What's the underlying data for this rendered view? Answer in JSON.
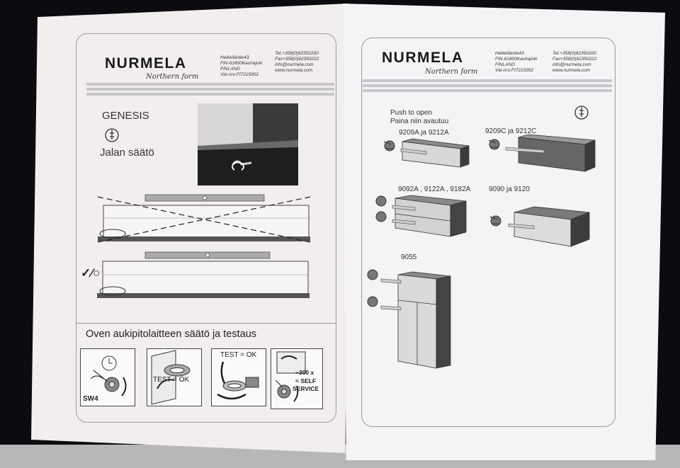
{
  "company": {
    "name": "NURMELA",
    "tagline": "Northern form",
    "address": [
      "Heikkiläntie43",
      "FIN-61800Kauhajoki",
      "FINLAND",
      "Vat-nro:FI7215952"
    ],
    "contacts": [
      "Tel.+358(0)62350200",
      "Fax+358(0)62350222",
      "info@nurmela.com",
      "www.nurmela.com"
    ]
  },
  "left_page": {
    "product": "GENESIS",
    "section_title": "Jalan säätö",
    "ok_symbol": "✓⁄○",
    "hinge_section_title": "Oven aukipitolaitteen säätö ja testaus",
    "steps": {
      "step1_label": "SW4",
      "step2_label": "TEST = OK",
      "step3_label": "TEST = OK",
      "step4_count": "~300 x",
      "step4_equals": "= SELF",
      "step4_service": "SERVICE"
    }
  },
  "right_page": {
    "instruction_en": "Push to open",
    "instruction_fi": "Paina niin avautuu",
    "models": {
      "m1": "9209A ja 9212A",
      "m2": "9209C ja 9212C",
      "m3": "9092A , 9122A , 9182A",
      "m4": "9090 ja 9120",
      "m5": "9055"
    }
  }
}
